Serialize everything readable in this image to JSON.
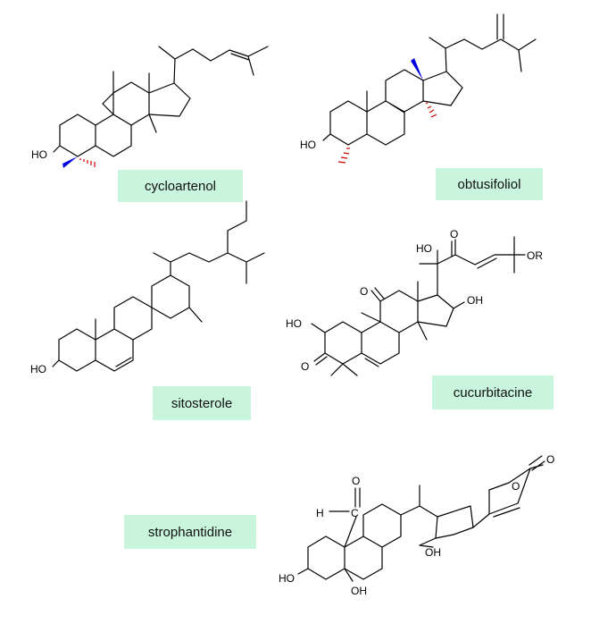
{
  "compounds": [
    {
      "name": "cycloartenol"
    },
    {
      "name": "obtusifoliol"
    },
    {
      "name": "sitosterole"
    },
    {
      "name": "cucurbitacine"
    },
    {
      "name": "strophantidine"
    }
  ],
  "atoms": {
    "ho": "HO",
    "oh": "OH",
    "o": "O",
    "or": "OR",
    "h": "H",
    "c": "C"
  },
  "colors": {
    "label_bg": "#c8f5dc",
    "wedge": "#0000dd",
    "hash": "#d00000"
  }
}
